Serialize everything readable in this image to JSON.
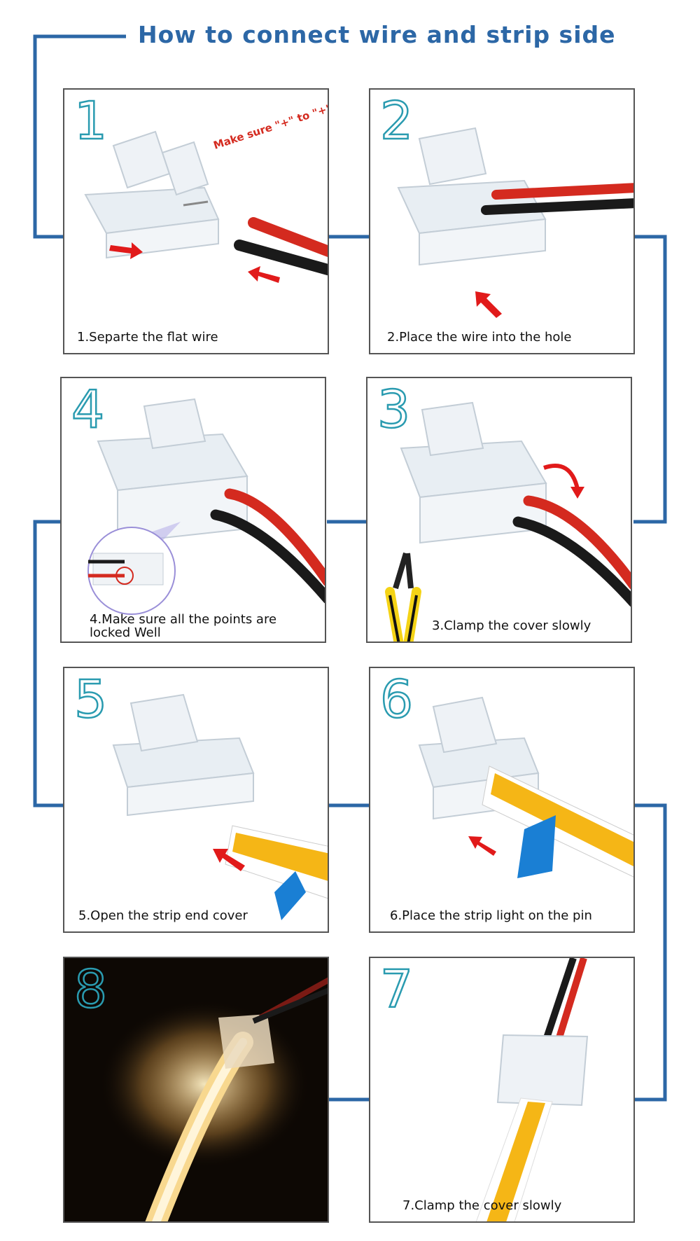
{
  "title": "How to connect wire and strip side",
  "colors": {
    "accent": "#2c67a6",
    "number_outline": "#2a9bb0",
    "wire_red": "#d42a1f",
    "wire_black": "#1a1a1a",
    "strip_yellow": "#f5b616",
    "arrow_red": "#e11a1a"
  },
  "steps": [
    {
      "number": "1",
      "caption": "1.Separte the flat wire",
      "note": "Make sure \"+\" to \"+\""
    },
    {
      "number": "2",
      "caption": "2.Place the wire into the hole"
    },
    {
      "number": "3",
      "caption": "3.Clamp the cover slowly"
    },
    {
      "number": "4",
      "caption": "4.Make sure all the points are\n   locked Well"
    },
    {
      "number": "5",
      "caption": "5.Open the strip end cover"
    },
    {
      "number": "6",
      "caption": "6.Place the strip light on the pin"
    },
    {
      "number": "7",
      "caption": "7.Clamp the cover slowly"
    },
    {
      "number": "8",
      "caption": ""
    }
  ]
}
